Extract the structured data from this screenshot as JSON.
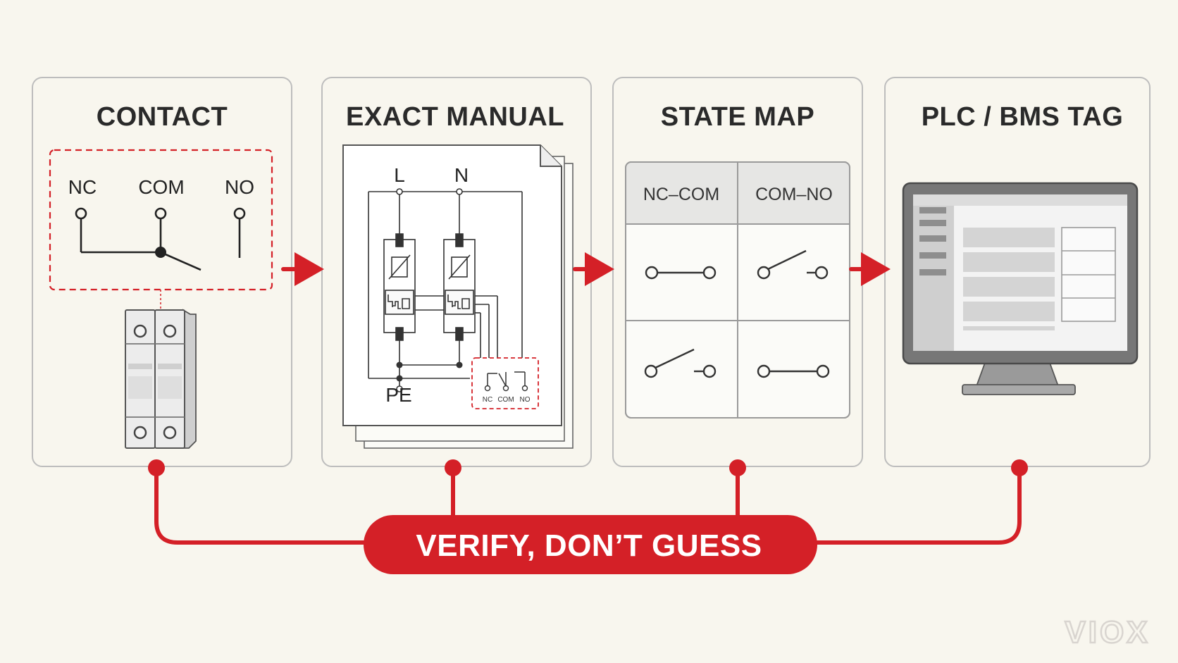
{
  "panels": [
    {
      "title": "CONTACT"
    },
    {
      "title": "EXACT MANUAL"
    },
    {
      "title": "STATE MAP"
    },
    {
      "title": "PLC / BMS TAG"
    }
  ],
  "contact": {
    "nc": "NC",
    "com": "COM",
    "no": "NO"
  },
  "manual": {
    "l": "L",
    "n": "N",
    "pe": "PE",
    "relay_nc": "NC",
    "relay_com": "COM",
    "relay_no": "NO"
  },
  "state_map": {
    "col1": "NC–COM",
    "col2": "COM–NO"
  },
  "banner": {
    "text": "VERIFY, DON’T GUESS"
  },
  "watermark": {
    "text": "VIOX"
  },
  "colors": {
    "accent": "#d42027",
    "outline": "#b9b9b9",
    "background": "#f8f6ee"
  }
}
